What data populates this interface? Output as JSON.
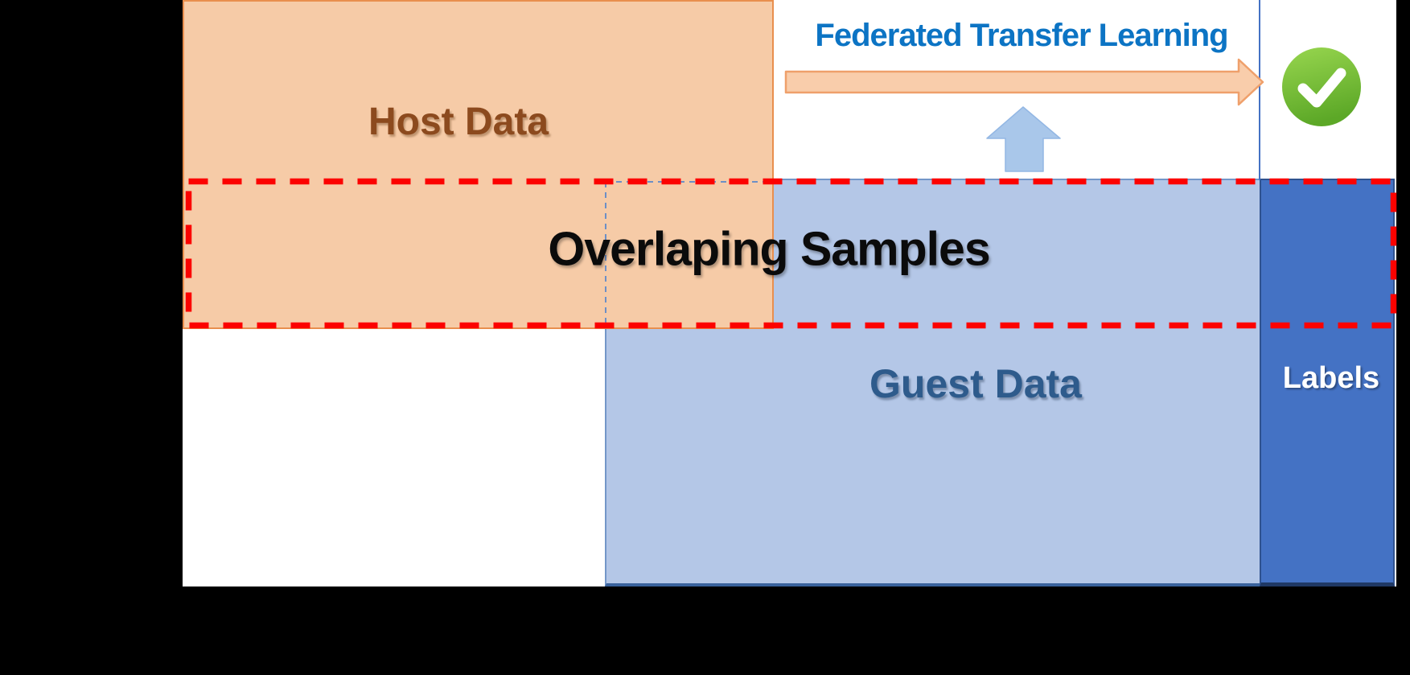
{
  "diagram": {
    "banner": "Federated Transfer Learning",
    "regions": {
      "host": "Host Data",
      "guest": "Guest Data",
      "overlap": "Overlaping Samples",
      "labels": "Labels"
    },
    "icons": {
      "flow_arrow": "right-arrow-icon",
      "feed_arrow": "up-arrow-icon",
      "success": "check-icon"
    },
    "colors": {
      "background": "#000000",
      "canvas": "#FFFFFF",
      "host_fill": "#F6CBA7",
      "host_border": "#E98F4E",
      "host_text": "#8C4A1E",
      "guest_fill": "#B4C7E7",
      "guest_border": "#7396C8",
      "guest_text": "#2E5B8C",
      "labels_fill": "#4472C4",
      "labels_border": "#2F528F",
      "labels_text": "#FFFFFF",
      "overlap_outline": "#FC0200",
      "overlap_text": "#0B0B0B",
      "banner_text": "#0C74C4",
      "flow_arrow_fill": "#F9CDAB",
      "flow_arrow_border": "#EFA06B",
      "feed_arrow_fill": "#A9C7EA",
      "check_green_light": "#98D64F",
      "check_green_dark": "#5CA827"
    }
  }
}
